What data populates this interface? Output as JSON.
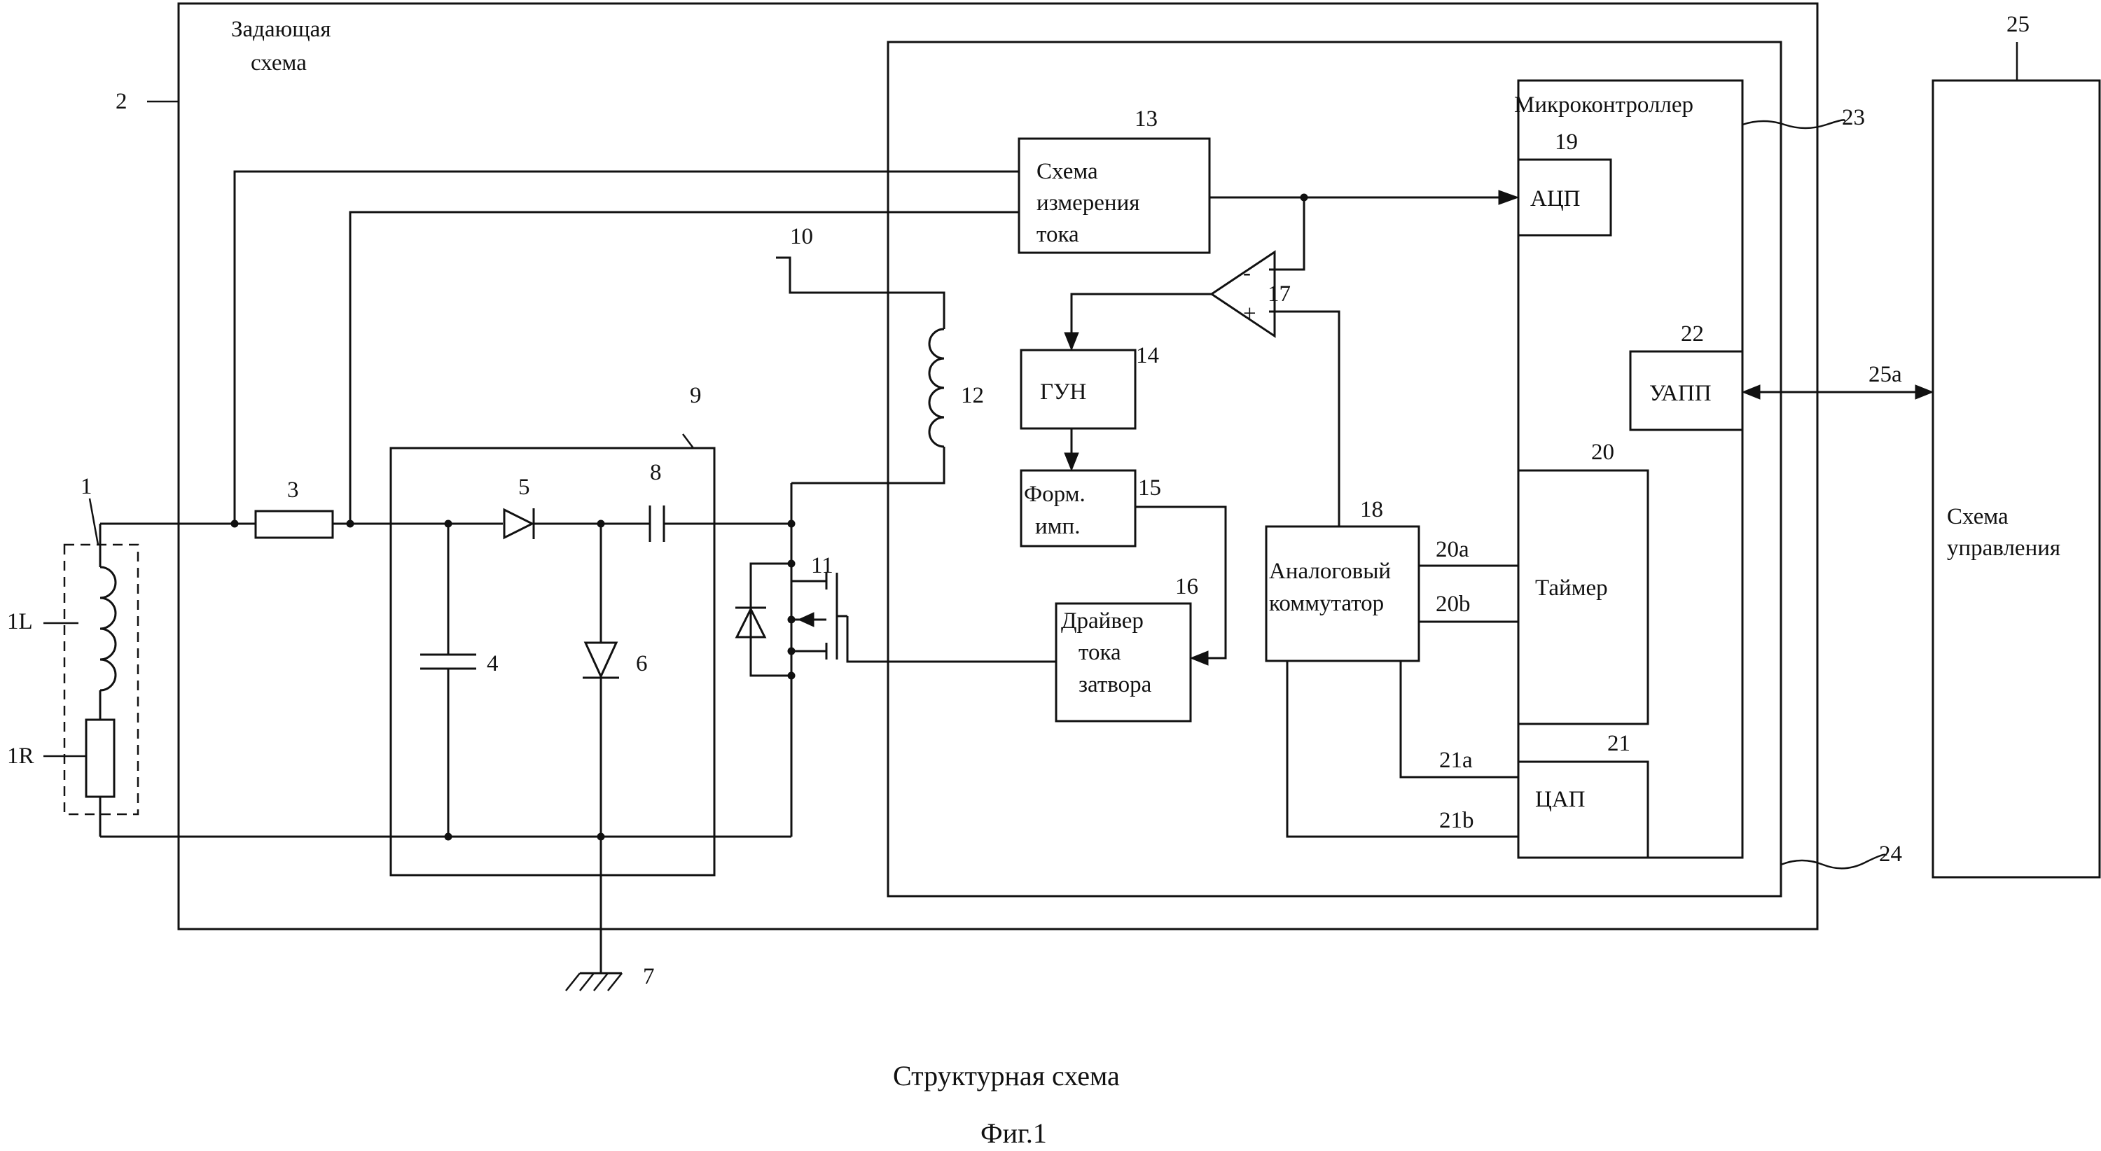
{
  "labels": {
    "setting_circuit": [
      "Задающая",
      "схема"
    ],
    "current_measure": [
      "Схема",
      "измерения",
      "тока"
    ],
    "vco": "ГУН",
    "pulse_former": [
      "Форм.",
      "имп."
    ],
    "gate_driver": [
      "Драйвер",
      "тока",
      "затвора"
    ],
    "analog_switch": [
      "Аналоговый",
      "коммутатор"
    ],
    "microcontroller": "Микроконтроллер",
    "adc": "АЦП",
    "uart": "УАПП",
    "timer": "Таймер",
    "dac": "ЦАП",
    "control_circuit": [
      "Схема",
      "управления"
    ],
    "comp_minus": "-",
    "comp_plus": "+"
  },
  "numbers": {
    "n1": "1",
    "n1L": "1L",
    "n1R": "1R",
    "n2": "2",
    "n3": "3",
    "n4": "4",
    "n5": "5",
    "n6": "6",
    "n7": "7",
    "n8": "8",
    "n9": "9",
    "n10": "10",
    "n11": "11",
    "n12": "12",
    "n13": "13",
    "n14": "14",
    "n15": "15",
    "n16": "16",
    "n17": "17",
    "n18": "18",
    "n19": "19",
    "n20": "20",
    "n20a": "20a",
    "n20b": "20b",
    "n21": "21",
    "n21a": "21a",
    "n21b": "21b",
    "n22": "22",
    "n23": "23",
    "n24": "24",
    "n25": "25",
    "n25a": "25a"
  },
  "caption": {
    "title": "Структурная схема",
    "figure": "Фиг.1"
  }
}
